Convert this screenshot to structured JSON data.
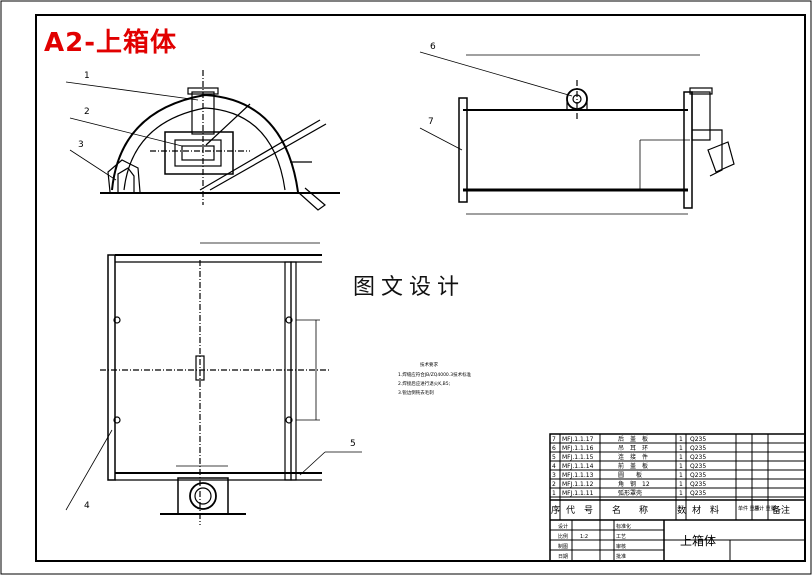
{
  "title": "A2-上箱体",
  "watermark": "图文设计",
  "callouts": [
    "1",
    "2",
    "3",
    "4",
    "5",
    "6",
    "7"
  ],
  "tech_requirements": {
    "heading": "技术要求",
    "lines": [
      "1.焊缝应符合JB/ZQ4000.3技术标准",
      "2.焊接后应进行退火K,B5;",
      "3.锐边倒钝去毛刺"
    ]
  },
  "parts_list": [
    {
      "no": "7",
      "code": "MFJ.1.1.17",
      "name": "后　盖　板",
      "qty": "1",
      "material": "Q235"
    },
    {
      "no": "6",
      "code": "MFJ.1.1.16",
      "name": "吊　耳　环",
      "qty": "1",
      "material": "Q235"
    },
    {
      "no": "5",
      "code": "MFJ.1.1.15",
      "name": "连　接　件",
      "qty": "1",
      "material": "Q235"
    },
    {
      "no": "4",
      "code": "MFJ.1.1.14",
      "name": "前　盖　板",
      "qty": "1",
      "material": "Q235"
    },
    {
      "no": "3",
      "code": "MFJ.1.1.13",
      "name": "圆　　板",
      "qty": "1",
      "material": "Q235"
    },
    {
      "no": "2",
      "code": "MFJ.1.1.12",
      "name": "角　钢　12",
      "qty": "1",
      "material": "Q235"
    },
    {
      "no": "1",
      "code": "MFJ.1.1.11",
      "name": "弧形罩壳",
      "qty": "1",
      "material": "Q235"
    }
  ],
  "parts_header": {
    "no": "序",
    "code": "代　号",
    "name": "名　　称",
    "qty": "数",
    "material": "材　料",
    "weight": "单件\n重量",
    "total": "总计\n重量",
    "remark": "备注"
  },
  "title_block": {
    "part_name": "上箱体",
    "designer_label": "设计",
    "check_label": "标准化",
    "scale_label": "比例",
    "scale_value": "1:2",
    "drawn_label": "制图",
    "audit_label": "审核",
    "process_label": "工艺",
    "approve_label": "批准",
    "date_label": "日期"
  },
  "colors": {
    "title": "#e10000",
    "line": "#000000",
    "background": "#ffffff"
  }
}
